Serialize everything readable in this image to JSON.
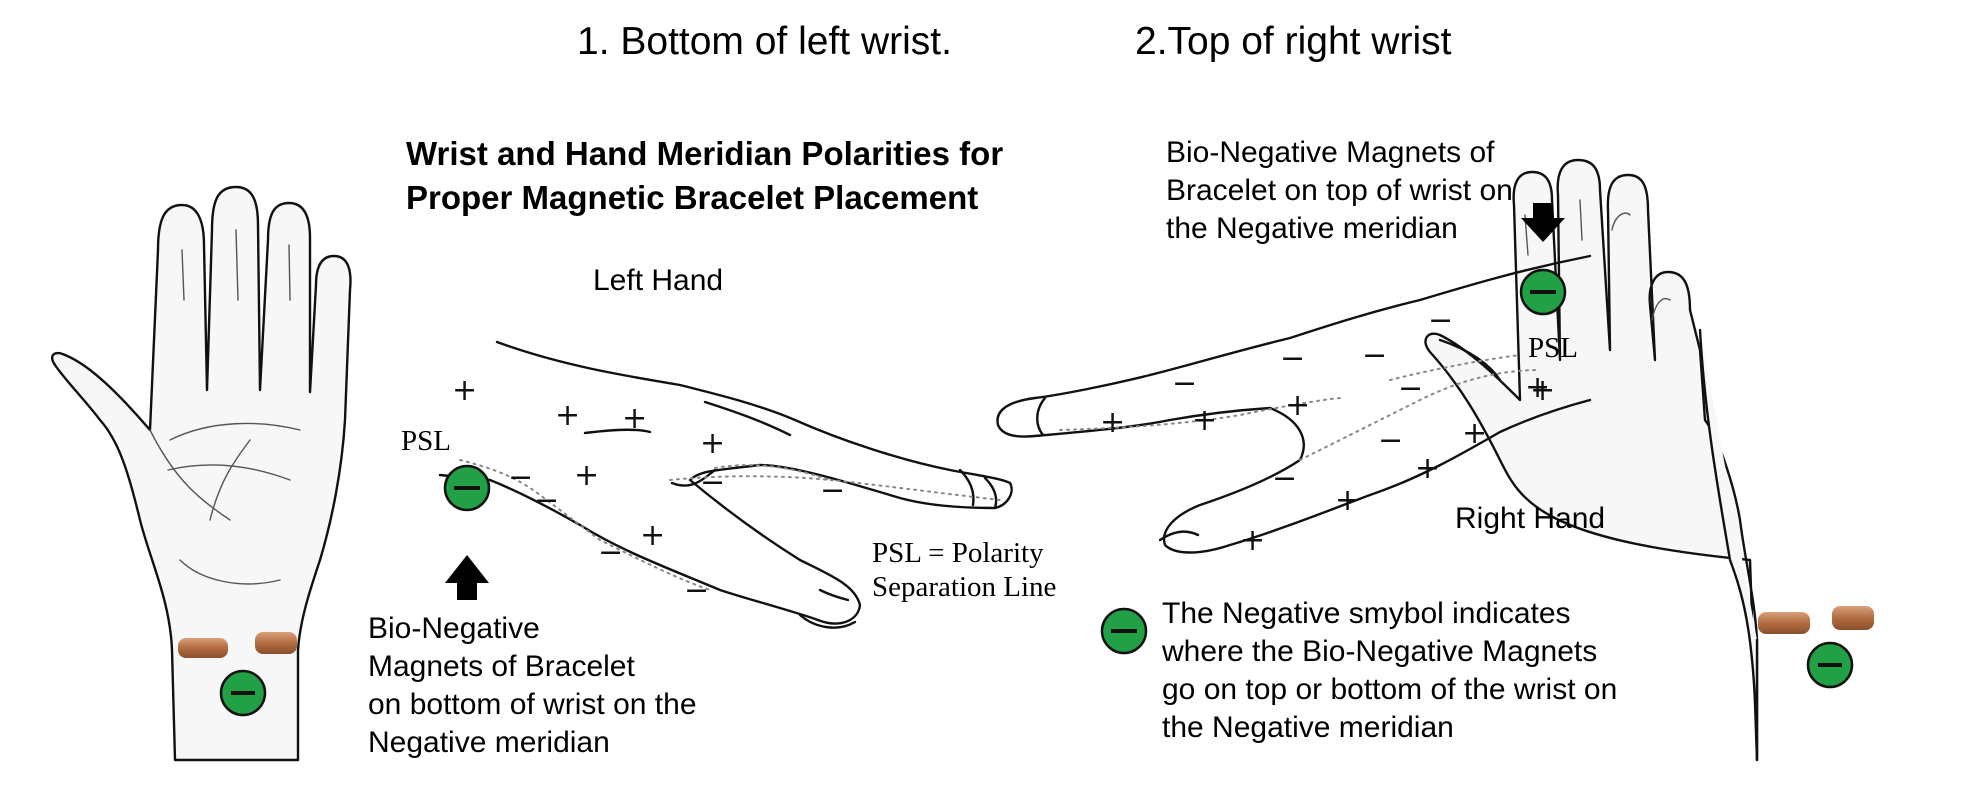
{
  "header": {
    "left_caption": "1.  Bottom of left wrist.",
    "right_caption": "2.Top of right wrist"
  },
  "title": {
    "line1": "Wrist and Hand Meridian Polarities for",
    "line2": "Proper Magnetic Bracelet Placement"
  },
  "labels": {
    "left_hand": "Left Hand",
    "right_hand": "Right Hand",
    "psl": "PSL"
  },
  "psl_definition": {
    "line1": "PSL = Polarity",
    "line2": "Separation Line"
  },
  "left_note": {
    "line1": "Bio-Negative",
    "line2": "Magnets of Bracelet",
    "line3": "on bottom of wrist on the",
    "line4": "Negative meridian"
  },
  "right_note": {
    "line1": "Bio-Negative Magnets of",
    "line2": "Bracelet on top of wrist on",
    "line3": "the Negative meridian"
  },
  "legend": {
    "line1": "The Negative smybol indicates",
    "line2": "where the Bio-Negative Magnets",
    "line3": "go on top or bottom of the wrist on",
    "line4": "the Negative meridian"
  },
  "symbols": {
    "negative": "−",
    "positive": "+"
  },
  "colors": {
    "magnet_green": "#22a045",
    "bracelet_copper": "#b26c42",
    "skin": "#f7f7f7"
  }
}
